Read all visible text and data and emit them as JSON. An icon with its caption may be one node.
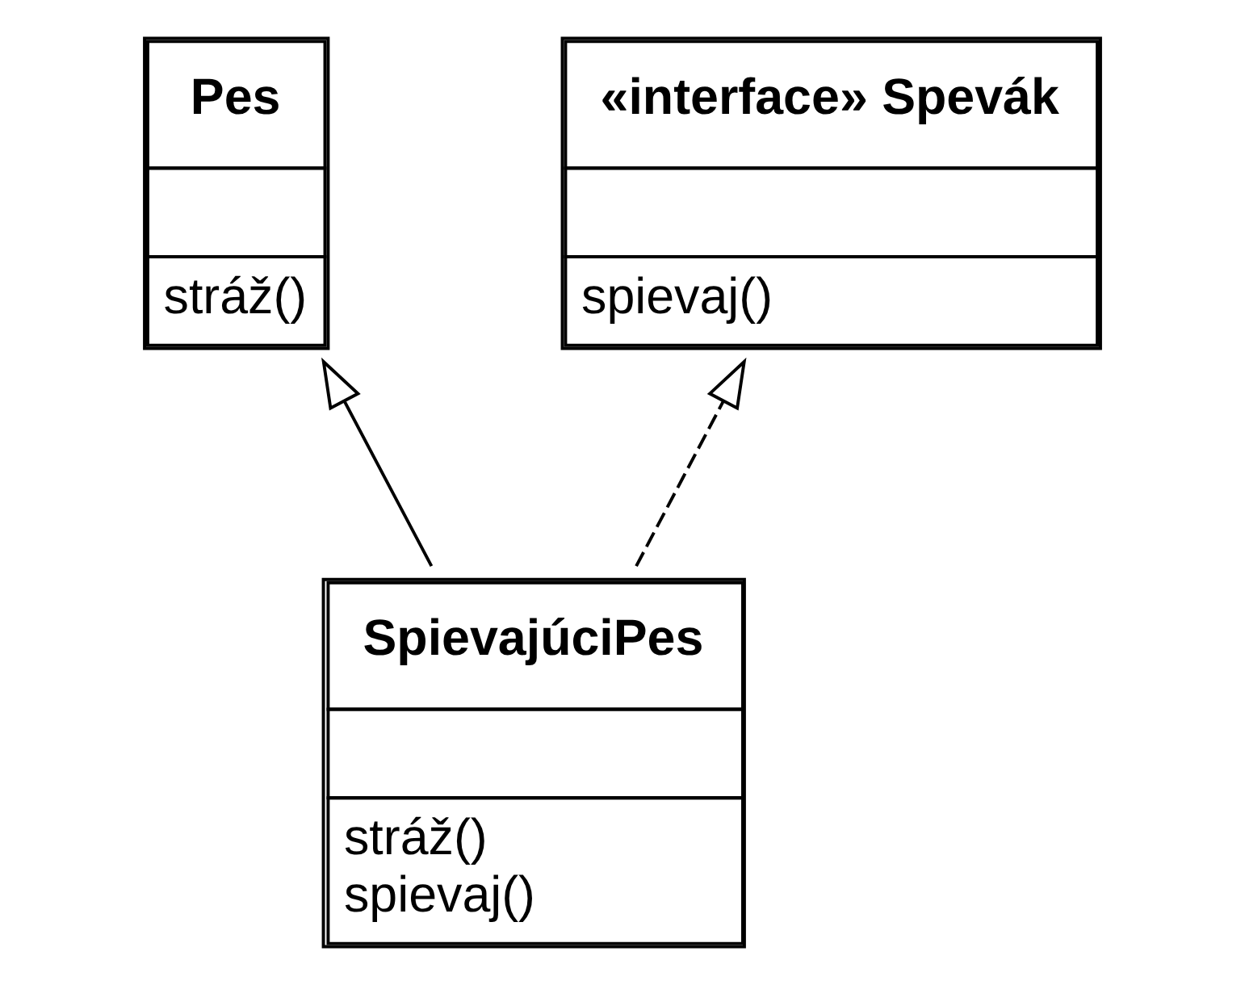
{
  "diagram": {
    "nodes": [
      {
        "text": [
          "Pes",
          "stráž()"
        ]
      },
      {
        "text": [
          "«interface» Spevák",
          "spievaj()"
        ]
      },
      {
        "text": [
          "SpievajúciPes",
          "stráž()",
          "spievaj()"
        ]
      }
    ],
    "edges": [
      {
        "from": 2,
        "to": 0,
        "arrow": "to"
      },
      {
        "from": 2,
        "to": 1,
        "arrow": "to",
        "style": "dashed"
      }
    ]
  }
}
